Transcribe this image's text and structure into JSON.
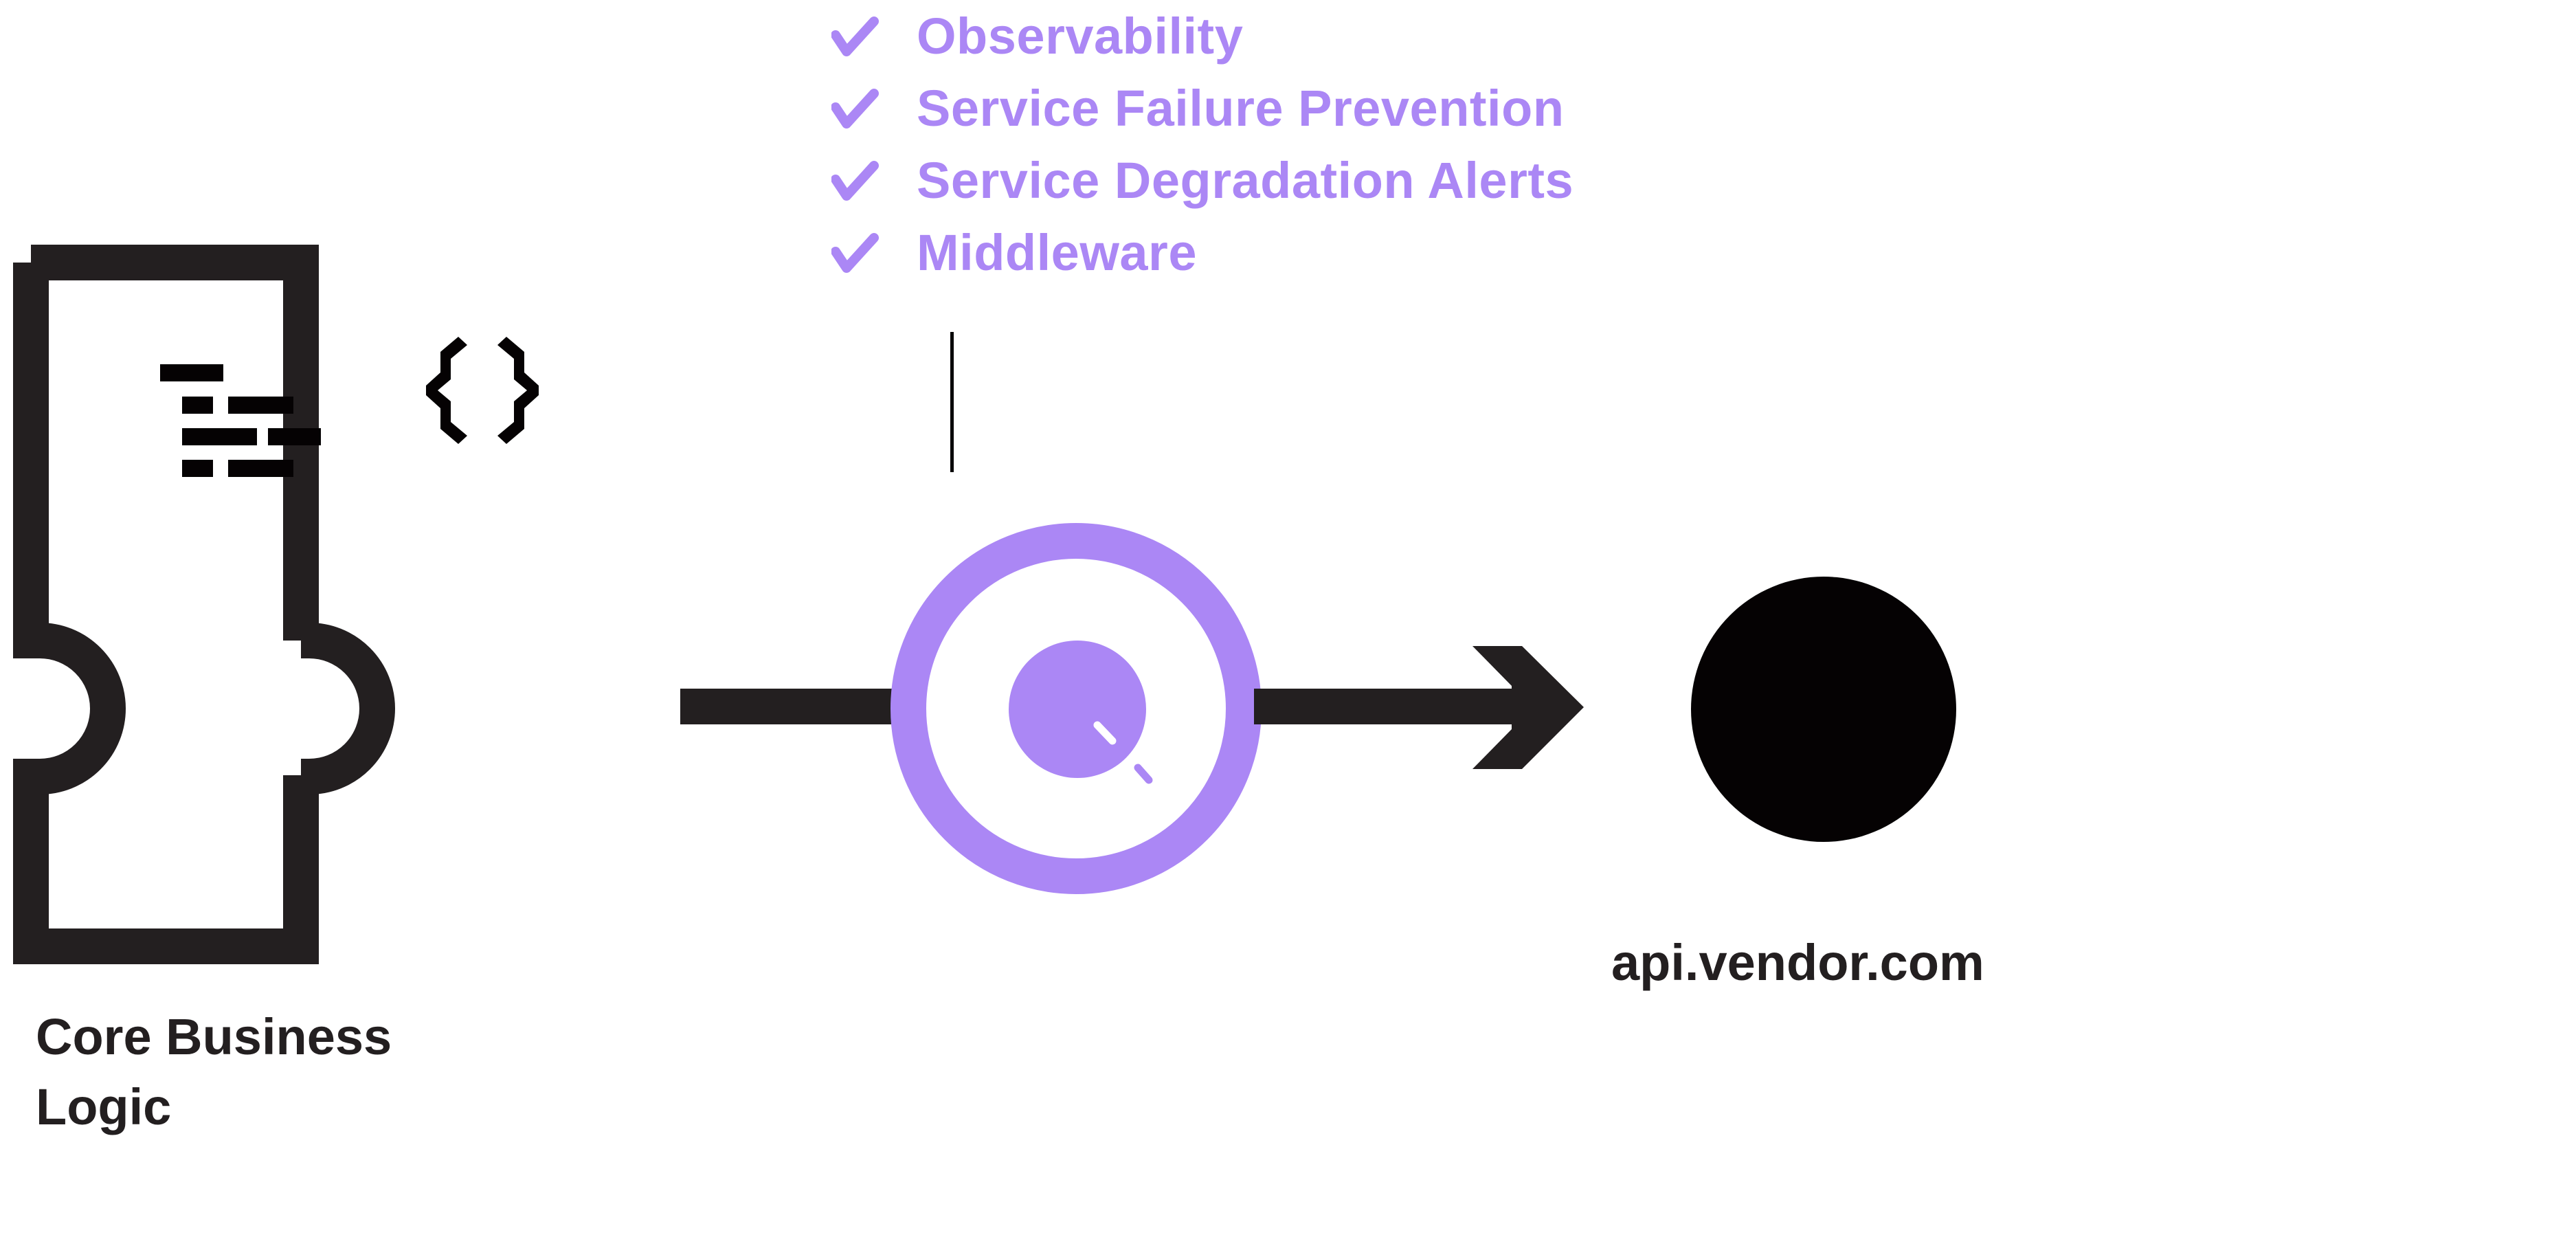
{
  "colors": {
    "accent": "#AB87F5",
    "ink": "#231F20",
    "black": "#050203",
    "background": "#FFFFFF"
  },
  "features": {
    "items": [
      {
        "label": "Observability",
        "icon": "check-icon"
      },
      {
        "label": "Service Failure Prevention",
        "icon": "check-icon"
      },
      {
        "label": "Service Degradation Alerts",
        "icon": "check-icon"
      },
      {
        "label": "Middleware",
        "icon": "check-icon"
      }
    ]
  },
  "nodes": {
    "core": {
      "label": "Core Business Logic",
      "icon": "code-document-icon"
    },
    "middleware": {
      "icon": "observability-lens-icon"
    },
    "vendor": {
      "label": "api.vendor.com",
      "icon": "external-api-node-icon"
    }
  },
  "edges": [
    {
      "from": "core",
      "to": "middleware",
      "style": "line"
    },
    {
      "from": "middleware",
      "to": "vendor",
      "style": "arrow"
    }
  ]
}
